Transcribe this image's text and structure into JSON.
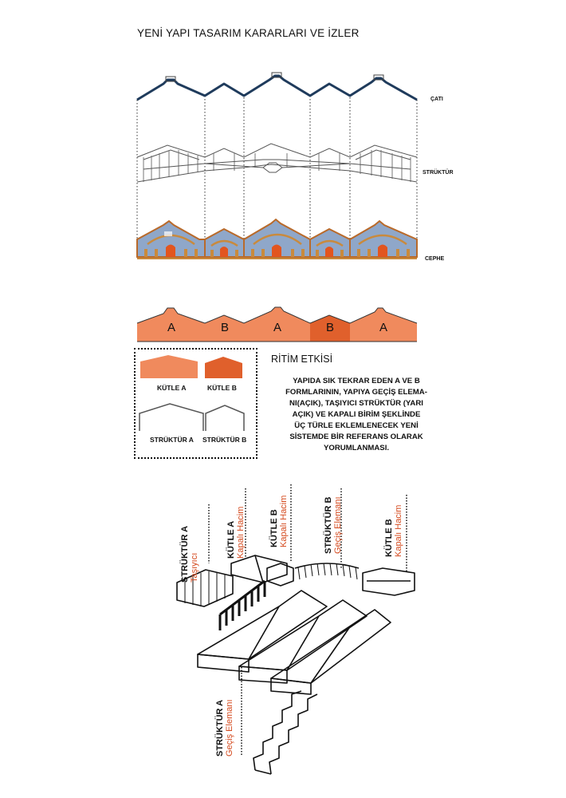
{
  "title": "YENİ YAPI TASARIM KARARLARI VE İZLER",
  "elevation_labels": {
    "roof": "ÇATI",
    "structure": "STRÜKTÜR",
    "facade": "CEPHE"
  },
  "mass_letters": [
    "A",
    "B",
    "A",
    "B",
    "A"
  ],
  "legend": {
    "kutle_a": "KÜTLE A",
    "kutle_b": "KÜTLE B",
    "struktur_a": "STRÜKTÜR A",
    "struktur_b": "STRÜKTÜR B"
  },
  "ritim": {
    "title": "RİTİM ETKİSİ",
    "body": "YAPIDA SIK TEKRAR EDEN A VE B\nFORMLARININ, YAPIYA GEÇİŞ ELEMA-\nNI(AÇIK), TAŞIYICI STRÜKTÜR (YARI\nAÇIK) VE KAPALI BİRİM  ŞEKLİNDE\nÜÇ TÜRLE EKLEMLENECEK YENİ\nSİSTEMDE BİR REFERANS OLARAK\nYORUMLANMASI."
  },
  "axo_labels": [
    {
      "k": "STRÜKTÜR A",
      "r": "Taşıyıcı"
    },
    {
      "k": "KÜTLE A",
      "r": "Kapalı Hacim"
    },
    {
      "k": "KÜTLE B",
      "r": "Kapalı Hacim"
    },
    {
      "k": "STRÜKTÜR B",
      "r": "Geçiş Elemanı"
    },
    {
      "k": "KÜTLE B",
      "r": "Kapalı Hacim"
    },
    {
      "k": "STRÜKTÜR A",
      "r": "Geçiş Elemanı"
    }
  ],
  "colors": {
    "mass_a": "#f08a5d",
    "mass_b": "#e0602c",
    "roof": "#1f3b5c",
    "facade_fill": "#8fa7c9",
    "accent_red": "#d44a1e"
  }
}
